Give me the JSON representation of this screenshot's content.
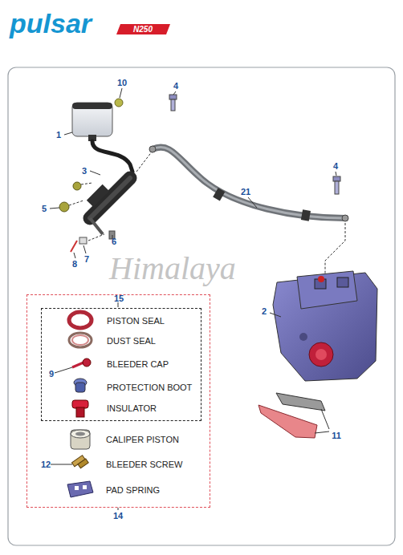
{
  "diagram": {
    "nodes": [
      {
        "text": [
          "CALIPER PISTON",
          "12",
          "BLEEDER SCREW",
          "PAD SPRING",
          "14"
        ]
      },
      {
        "text": [
          "15",
          "PISTON SEAL",
          "DUST SEAL",
          "9",
          "BLEEDER CAP",
          "PROTECTION BOOT",
          "INSULATOR"
        ],
        "in": 0
      }
    ],
    "edges": [],
    "labels": [
      "pulsar",
      "N250",
      "10",
      "4",
      "1",
      "3",
      "5",
      "6",
      "8",
      "7",
      "21",
      "4",
      "2",
      "11",
      "Himalaya"
    ]
  }
}
